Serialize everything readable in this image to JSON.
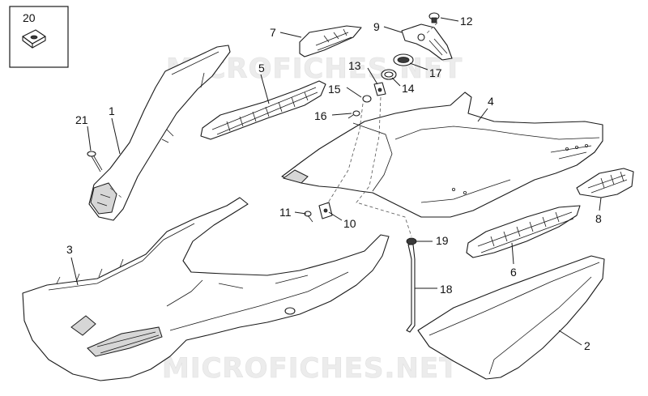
{
  "watermark": {
    "text": "MICROFICHES.NET"
  },
  "callouts": [
    {
      "id": "c1",
      "label": "1"
    },
    {
      "id": "c2",
      "label": "2"
    },
    {
      "id": "c3",
      "label": "3"
    },
    {
      "id": "c4",
      "label": "4"
    },
    {
      "id": "c5",
      "label": "5"
    },
    {
      "id": "c6",
      "label": "6"
    },
    {
      "id": "c7",
      "label": "7"
    },
    {
      "id": "c8",
      "label": "8"
    },
    {
      "id": "c9",
      "label": "9"
    },
    {
      "id": "c10",
      "label": "10"
    },
    {
      "id": "c11",
      "label": "11"
    },
    {
      "id": "c12",
      "label": "12"
    },
    {
      "id": "c13",
      "label": "13"
    },
    {
      "id": "c14",
      "label": "14"
    },
    {
      "id": "c15",
      "label": "15"
    },
    {
      "id": "c16",
      "label": "16"
    },
    {
      "id": "c17",
      "label": "17"
    },
    {
      "id": "c18",
      "label": "18"
    },
    {
      "id": "c19",
      "label": "19"
    },
    {
      "id": "c20",
      "label": "20"
    },
    {
      "id": "c21",
      "label": "21"
    }
  ]
}
